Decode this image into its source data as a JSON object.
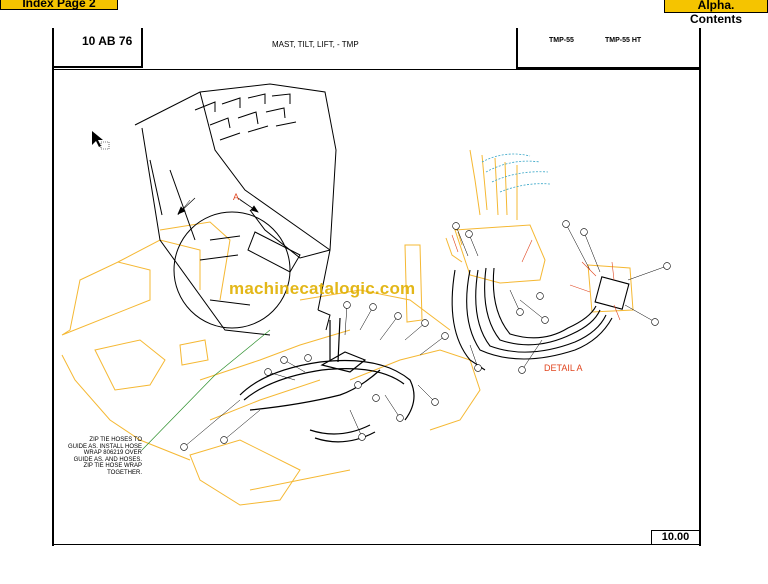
{
  "nav": {
    "index_label": "Index Page 2",
    "alpha_label": "Alpha.  Contents"
  },
  "header": {
    "code": "10 AB 76",
    "title": "MAST, TILT, LIFT,  - TMP",
    "model_1": "TMP-55",
    "model_2": "TMP-55 HT"
  },
  "drawing": {
    "watermark": "machinecatalogic.com",
    "callout_view": "A",
    "detail_label": "DETAIL A",
    "note": "ZIP TIE HOSES TO\nGUIDE AS. INSTALL HOSE\nWRAP 806219 OVER\nGUIDE AS. AND HOSES.\nZIP TIE HOSE WRAP\nTOGETHER.",
    "colors": {
      "chassis": "#f5b833",
      "hoses": "#000000",
      "annotation": "#e0451f",
      "flow": "#3aa7c8"
    }
  },
  "footer": {
    "page_number": "10.00"
  }
}
